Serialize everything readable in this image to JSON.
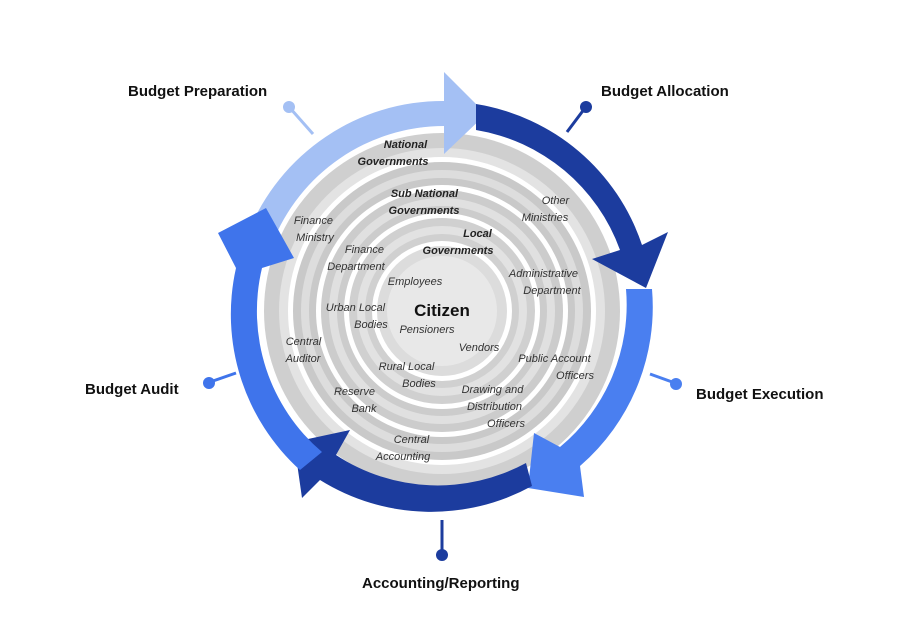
{
  "stages": {
    "preparation": "Budget Preparation",
    "allocation": "Budget Allocation",
    "execution": "Budget Execution",
    "accounting": "Accounting/Reporting",
    "audit": "Budget Audit"
  },
  "center": "Citizen",
  "inner_labels": {
    "national_governments": [
      "National",
      "Governments"
    ],
    "sub_national_governments": [
      "Sub National",
      "Governments"
    ],
    "local_governments": [
      "Local",
      "Governments"
    ],
    "finance_ministry": [
      "Finance",
      "Ministry"
    ],
    "other_ministries": [
      "Other",
      "Ministries"
    ],
    "finance_department": [
      "Finance",
      "Department"
    ],
    "employees": [
      "Employees"
    ],
    "administrative_department": [
      "Administrative",
      "Department"
    ],
    "urban_local_bodies": [
      "Urban Local",
      "Bodies"
    ],
    "pensioners": [
      "Pensioners"
    ],
    "central_auditor": [
      "Central",
      "Auditor"
    ],
    "vendors": [
      "Vendors"
    ],
    "public_account_officers": [
      "Public Account",
      "Officers"
    ],
    "rural_local_bodies": [
      "Rural Local",
      "Bodies"
    ],
    "reserve_bank": [
      "Reserve",
      "Bank"
    ],
    "drawing_and_distribution_officers": [
      "Drawing and",
      "Distribution",
      "Officers"
    ],
    "central_accounting": [
      "Central",
      "Accounting"
    ]
  },
  "colors": {
    "preparation": "#a4c0f4",
    "allocation": "#1c3c9e",
    "execution": "#4a7ff0",
    "accounting": "#1c3c9e",
    "audit": "#3f74eb",
    "ring_dark": "#c9c9c9",
    "ring_light": "#dcdcdc"
  }
}
